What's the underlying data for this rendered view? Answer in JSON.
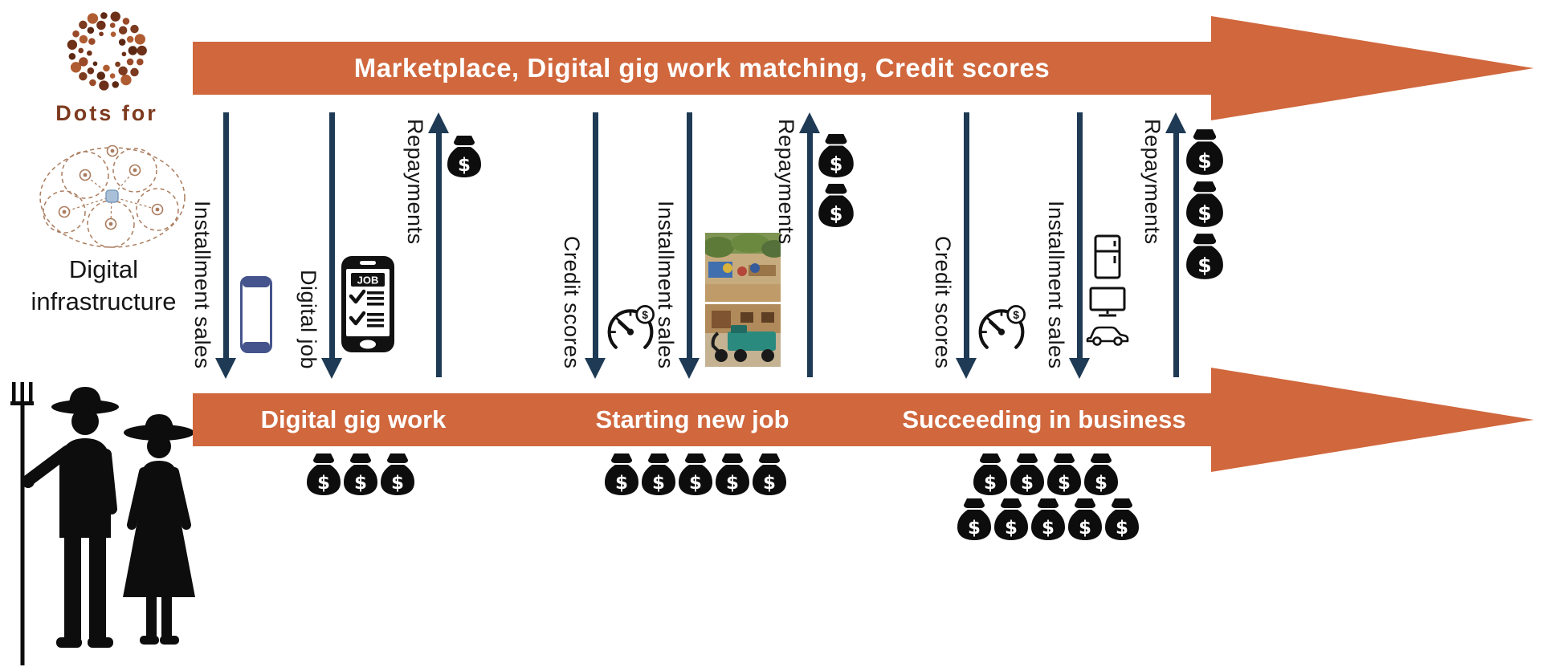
{
  "brand": {
    "logo_text": "Dots for",
    "infrastructure_line1": "Digital",
    "infrastructure_line2": "infrastructure"
  },
  "top_arrow": {
    "label": "Marketplace, Digital gig work matching, Credit scores"
  },
  "stages": [
    "Digital gig work",
    "Starting new job",
    "Succeeding in business"
  ],
  "flows": [
    {
      "label": "Installment sales",
      "direction": "down",
      "icon": "smartphone-icon"
    },
    {
      "label": "Digital job",
      "direction": "down",
      "icon": "digital-job-phone-icon"
    },
    {
      "label": "Repayments",
      "direction": "up",
      "icon": "money-bag-icon",
      "bags": 1
    },
    {
      "label": "Credit scores",
      "direction": "down",
      "icon": "credit-score-gauge-icon"
    },
    {
      "label": "Installment sales",
      "direction": "down",
      "icon": "goods-photos"
    },
    {
      "label": "Repayments",
      "direction": "up",
      "icon": "money-bag-icon",
      "bags": 2
    },
    {
      "label": "Credit scores",
      "direction": "down",
      "icon": "credit-score-gauge-icon"
    },
    {
      "label": "Installment sales",
      "direction": "down",
      "icon": "household-goods-icons"
    },
    {
      "label": "Repayments",
      "direction": "up",
      "icon": "money-bag-icon",
      "bags": 3
    }
  ],
  "earnings": {
    "digital_gig_work_bags": 3,
    "starting_new_job_bags": 5,
    "succeeding_in_business_bags_row1": 4,
    "succeeding_in_business_bags_row2": 5
  },
  "icons": {
    "job_label": "JOB",
    "currency_symbol": "$"
  },
  "colors": {
    "arrow_orange": "#d0673d",
    "flow_navy": "#1e3a54",
    "logo_brown": "#7d3a1e",
    "bag_black": "#0d0d0d",
    "ink": "#161616"
  }
}
